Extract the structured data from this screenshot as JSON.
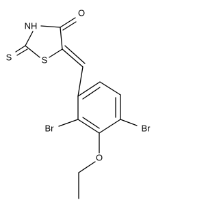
{
  "molecule": {
    "atoms": {
      "o_carbonyl": "O",
      "nh": "NH",
      "s_thione": "S",
      "s_ring": "S",
      "br_left": "Br",
      "br_right": "Br",
      "o_ether": "O"
    }
  },
  "colors": {
    "bond": "#000000",
    "label": "#000000",
    "background": "#ffffff"
  }
}
